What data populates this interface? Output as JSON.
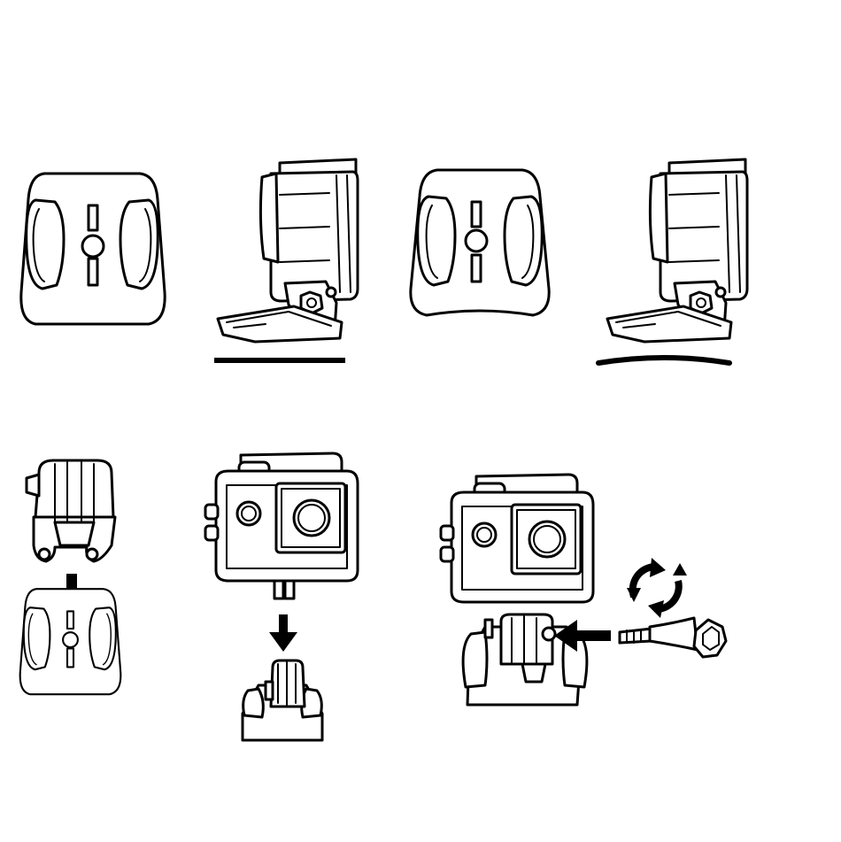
{
  "diagram": {
    "colors": {
      "line": "#000000",
      "background": "#ffffff"
    },
    "panels": [
      {
        "id": "flat-adhesive-mount",
        "icon": "flat-adhesive-mount-icon"
      },
      {
        "id": "camera-on-flat-surface",
        "icon": "camera-on-flat-mount-icon",
        "surface": "flat"
      },
      {
        "id": "curved-adhesive-mount",
        "icon": "curved-adhesive-mount-icon"
      },
      {
        "id": "camera-on-curved-surface",
        "icon": "camera-on-curved-mount-icon",
        "surface": "curved"
      },
      {
        "id": "step-1-slide-buckle-onto-mount",
        "icon": "buckle-into-mount-icon",
        "arrow": "down-arrow-icon"
      },
      {
        "id": "step-2-attach-housing-to-buckle",
        "icon": "housing-onto-buckle-icon",
        "arrow": "down-arrow-icon"
      },
      {
        "id": "step-3-insert-and-tighten-thumbscrew",
        "icon": "thumbscrew-tighten-icon",
        "arrow": "left-arrow-icon",
        "rotation": "rotate-arrows-icon"
      }
    ]
  }
}
